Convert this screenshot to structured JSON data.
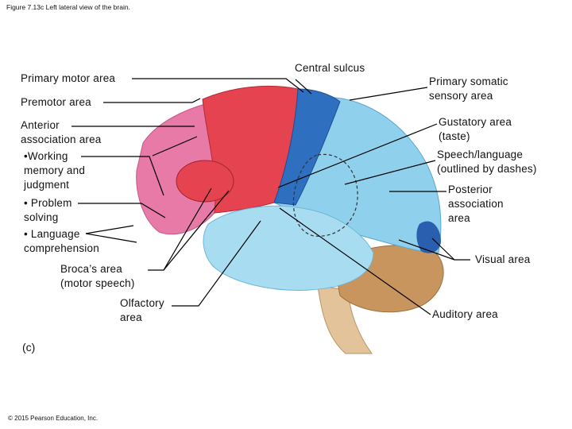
{
  "caption": "Figure 7.13c Left lateral view of the brain.",
  "panel_letter": "(c)",
  "copyright": "© 2015 Pearson Education, Inc.",
  "labels": {
    "primary_motor": "Primary motor area",
    "premotor": "Premotor area",
    "anterior_assoc": "Anterior\nassociation area",
    "working_memory": "•Working\n  memory and\n  judgment",
    "problem_solving": "• Problem\n  solving",
    "language_comp": "• Language\n  comprehension",
    "broca": "Broca’s area\n(motor speech)",
    "olfactory": "Olfactory\narea",
    "central_sulcus": "Central sulcus",
    "primary_somatic": "Primary somatic\nsensory area",
    "gustatory": "Gustatory area\n(taste)",
    "speech_language": "Speech/language\n(outlined by dashes)",
    "posterior_assoc": "Posterior\nassociation\narea",
    "visual": "Visual area",
    "auditory": "Auditory area"
  },
  "colors": {
    "frontal_pink": "#e87aa8",
    "motor_red": "#e4434f",
    "sensory_blue": "#2f6fc0",
    "parietal_light_blue": "#8fd0ec",
    "temporal_blue": "#a8dcf0",
    "visual_dark_blue": "#2a5fb0",
    "cerebellum": "#c9955e",
    "brainstem": "#e3c39a"
  }
}
